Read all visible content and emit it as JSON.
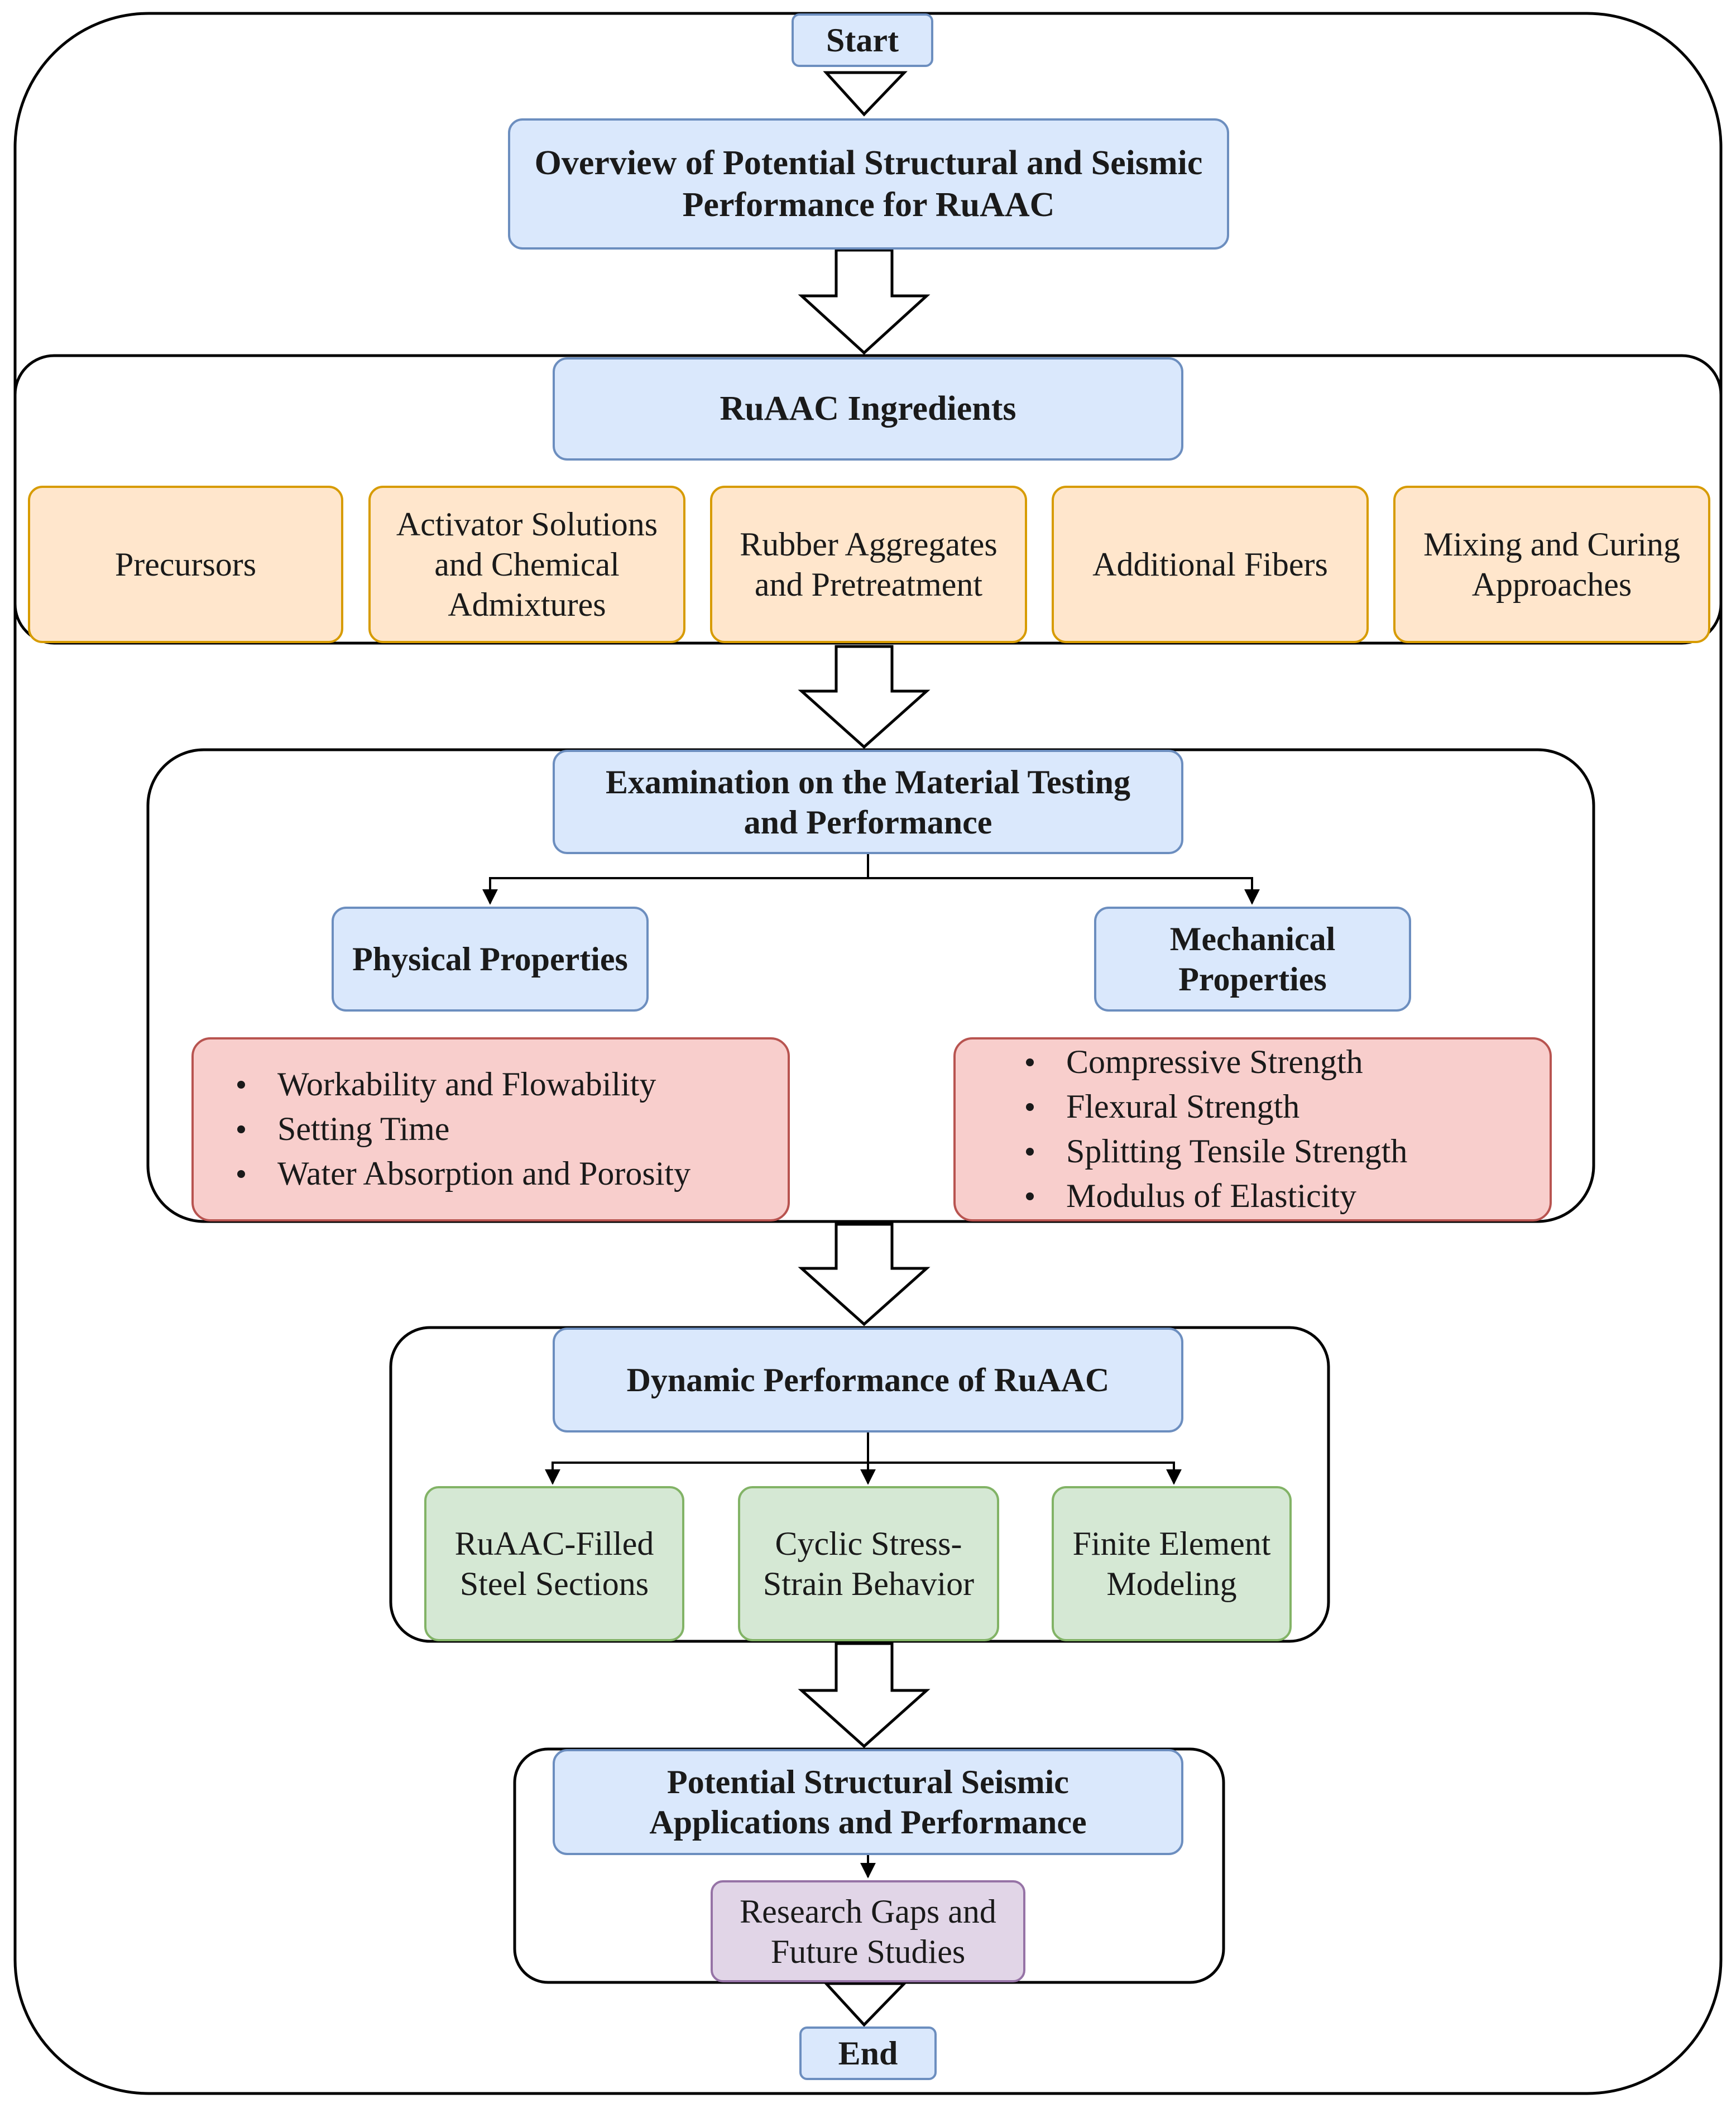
{
  "start": "Start",
  "overview": [
    "Overview of Potential Structural and Seismic",
    "Performance for RuAAC"
  ],
  "ingredients": {
    "title": "RuAAC Ingredients",
    "items": [
      [
        "Precursors"
      ],
      [
        "Activator Solutions",
        "and Chemical",
        "Admixtures"
      ],
      [
        "Rubber Aggregates",
        "and Pretreatment"
      ],
      [
        "Additional Fibers"
      ],
      [
        "Mixing and Curing",
        "Approaches"
      ]
    ]
  },
  "examination": {
    "title": [
      "Examination on the Material Testing",
      "and Performance"
    ],
    "physical": {
      "title": "Physical Properties",
      "items": [
        "Workability and Flowability",
        "Setting Time",
        "Water Absorption and Porosity"
      ]
    },
    "mechanical": {
      "title": [
        "Mechanical",
        "Properties"
      ],
      "items": [
        "Compressive Strength",
        "Flexural Strength",
        "Splitting Tensile Strength",
        "Modulus of Elasticity"
      ]
    }
  },
  "dynamic": {
    "title": "Dynamic Performance of RuAAC",
    "items": [
      [
        "RuAAC-Filled",
        "Steel Sections"
      ],
      [
        "Cyclic Stress-",
        "Strain Behavior"
      ],
      [
        "Finite Element",
        "Modeling"
      ]
    ]
  },
  "applications": {
    "title": [
      "Potential Structural Seismic",
      "Applications and Performance"
    ],
    "gaps": [
      "Research Gaps and",
      "Future Studies"
    ]
  },
  "end": "End"
}
